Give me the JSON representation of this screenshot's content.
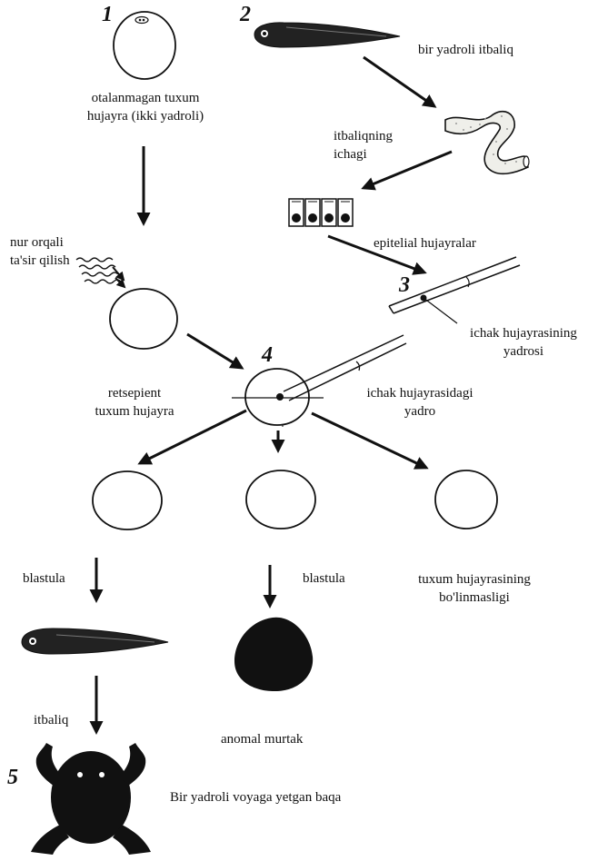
{
  "step_numbers": [
    "1",
    "2",
    "3",
    "4",
    "5"
  ],
  "labels": {
    "unfertilized_egg": [
      "otalanmagan tuxum",
      "hujayra (ikki yadroli)"
    ],
    "tadpole_source": "bir yadroli itbaliq",
    "tadpole_intestine": [
      "itbaliqning",
      "ichagi"
    ],
    "irradiation": [
      "nur orqali",
      "ta'sir qilish"
    ],
    "epithelial_cells": "epitelial hujayralar",
    "intestinal_nucleus": [
      "ichak hujayrasining",
      "yadrosi"
    ],
    "recipient_egg": [
      "retsepient",
      "tuxum hujayra"
    ],
    "nucleus_in_cell": [
      "ichak hujayrasidagi",
      "yadro"
    ],
    "blastula_left": "blastula",
    "blastula_middle": "blastula",
    "no_division": [
      "tuxum hujayrasining",
      "bo'linmasligi"
    ],
    "tadpole_result": "itbaliq",
    "abnormal_embryo": "anomal murtak",
    "adult_frog": "Bir yadroli voyaga yetgan baqa"
  },
  "colors": {
    "ink": "#111111",
    "intestine_fill": "#efefea",
    "background": "#ffffff"
  },
  "icons": [
    "egg-cell-icon",
    "tadpole-icon",
    "intestine-icon",
    "epithelial-cells-icon",
    "micropipette-icon",
    "radiation-wave-icon",
    "blastula-cell-icon",
    "abnormal-embryo-icon",
    "frog-icon"
  ]
}
